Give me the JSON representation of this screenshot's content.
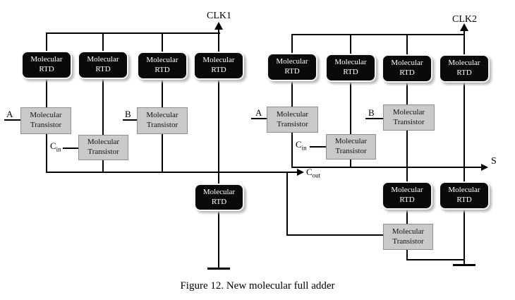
{
  "figure": {
    "caption": "Figure 12. New molecular full adder"
  },
  "blocks": {
    "rtd": {
      "line1": "Molecular",
      "line2": "RTD"
    },
    "transistor": {
      "line1": "Molecular",
      "line2": "Transistor"
    }
  },
  "labels": {
    "clk1": "CLK1",
    "clk2": "CLK2",
    "input_a_left": "A",
    "input_b_left": "B",
    "input_a_right": "A",
    "input_b_right": "B",
    "cin_base": "C",
    "cin_sub": "in",
    "cout_base": "C",
    "cout_sub": "out",
    "sum_out": "S"
  },
  "colors": {
    "rtd_fill": "#0a0a0a",
    "rtd_text": "#ffffff",
    "transistor_fill": "#c9c9c9",
    "wire": "#000000",
    "background": "#ffffff"
  }
}
